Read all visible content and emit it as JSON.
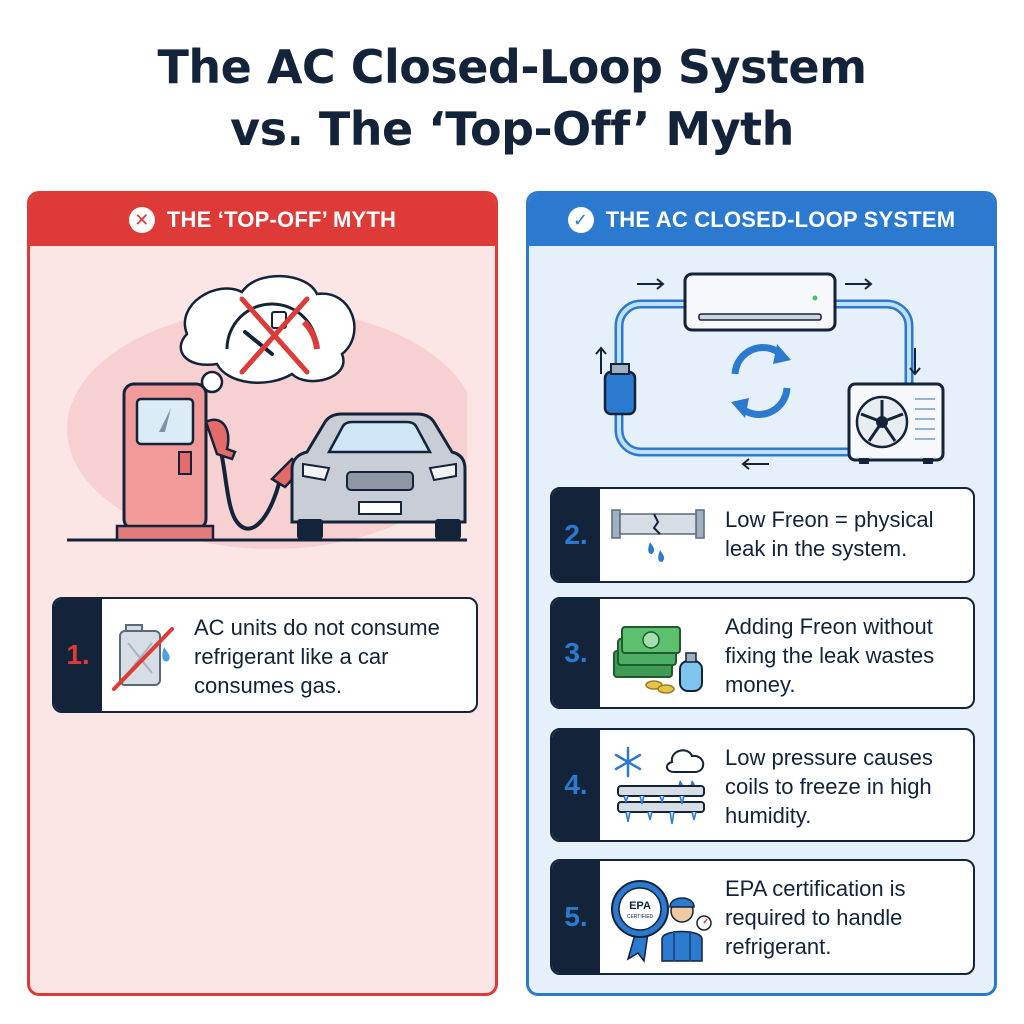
{
  "title": {
    "line1": "The AC Closed-Loop System",
    "line2": "vs. The ‘Top-Off’ Myth"
  },
  "myth_panel": {
    "header": "THE ‘TOP-OFF’ MYTH",
    "header_icon": "x-circle-icon",
    "card": {
      "number": "1.",
      "text": "AC units do not consume refrigerant like a car consumes gas."
    }
  },
  "system_panel": {
    "header": "THE AC CLOSED-LOOP SYSTEM",
    "header_icon": "check-circle-icon",
    "cards": [
      {
        "number": "2.",
        "text": "Low Freon = physical leak in the system.",
        "icon": "leaking-pipe-icon"
      },
      {
        "number": "3.",
        "text": "Adding Freon without fixing the leak wastes money.",
        "icon": "money-and-tank-icon"
      },
      {
        "number": "4.",
        "text": "Low pressure causes coils to freeze in high humidity.",
        "icon": "frozen-coil-icon"
      },
      {
        "number": "5.",
        "text": "EPA certification is required to handle refrigerant.",
        "icon": "epa-technician-icon"
      }
    ],
    "badge": {
      "line1": "EPA",
      "line2": "CERTIFIED"
    }
  },
  "colors": {
    "myth_red": "#dd3a38",
    "system_blue": "#2b7ad0",
    "navy": "#13233a",
    "myth_bg": "#fbe5e5",
    "system_bg": "#e6f0fa"
  }
}
